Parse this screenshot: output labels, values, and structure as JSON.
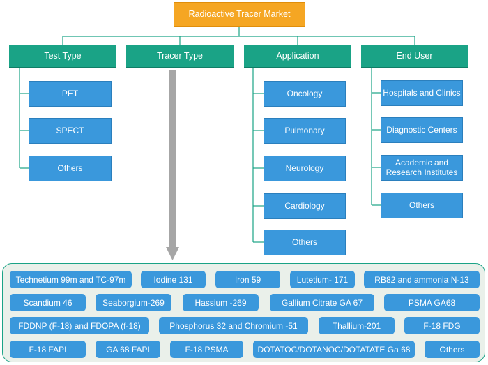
{
  "root": {
    "label": "Radioactive Tracer Market"
  },
  "categories": {
    "test_type": "Test Type",
    "tracer_type": "Tracer Type",
    "application": "Application",
    "end_user": "End User"
  },
  "test_type": [
    "PET",
    "SPECT",
    "Others"
  ],
  "application": [
    "Oncology",
    "Pulmonary",
    "Neurology",
    "Cardiology",
    "Others"
  ],
  "end_user": [
    "Hospitals and Clinics",
    "Diagnostic Centers",
    "Academic and Research Institutes",
    "Others"
  ],
  "tracers": [
    [
      "Technetium 99m and TC-97m",
      "Iodine 131",
      "Iron 59",
      "Lutetium- 171",
      "RB82 and ammonia N-13"
    ],
    [
      "Scandium 46",
      "Seaborgium-269",
      "Hassium -269",
      "Gallium Citrate GA 67",
      "PSMA GA68"
    ],
    [
      "FDDNP (F-18) and FDOPA (f-18)",
      "Phosphorus 32 and Chromium -51",
      "Thallium-201",
      "F-18 FDG"
    ],
    [
      "F-18 FAPI",
      "GA 68 FAPI",
      "F-18 PSMA",
      "DOTATOC/DOTANOC/DOTATATE Ga 68",
      "Others"
    ]
  ],
  "colors": {
    "root": "#f5a623",
    "category": "#1aa386",
    "item": "#3a98dc",
    "connector": "#1aa386",
    "arrow": "#a6a6a6",
    "panel": "#eaf0ea"
  }
}
